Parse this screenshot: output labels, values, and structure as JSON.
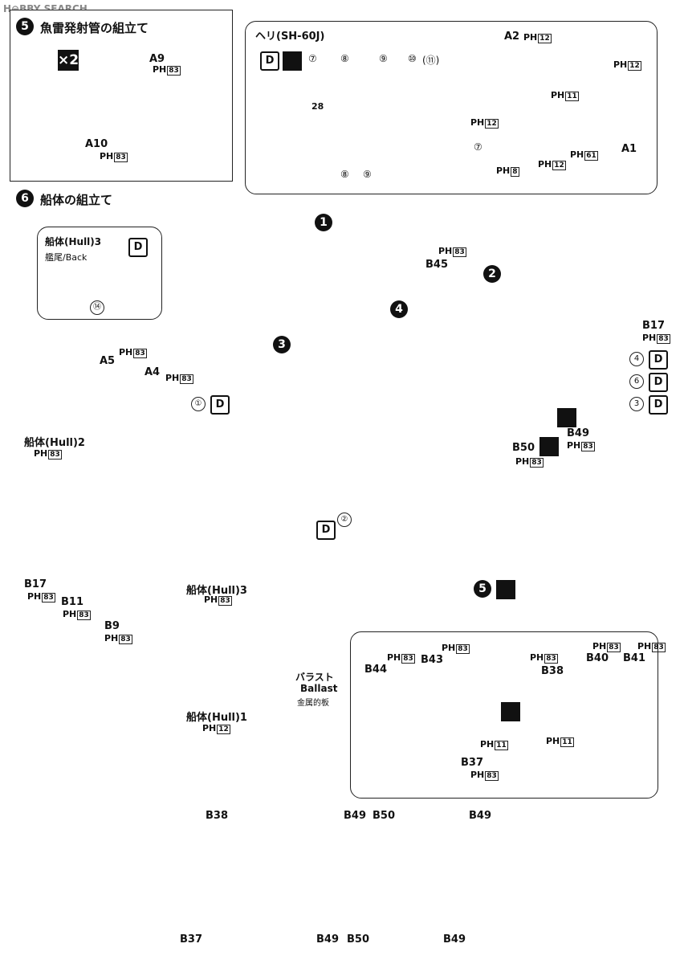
{
  "watermark": "H⊖BBY SEARCH",
  "step5": {
    "num": "5",
    "title": "魚雷発射管の組立て",
    "multiplier": "×2",
    "part_a9": "A9",
    "part_a10": "A10",
    "ph_a9": "PH",
    "ph_a9_num": "83",
    "ph_a10": "PH",
    "ph_a10_num": "83"
  },
  "heli": {
    "title": "ヘリ(SH-60J)",
    "d_icon": "D",
    "callouts": [
      "⑦",
      "⑧",
      "⑨",
      "⑩",
      "(⑪)"
    ],
    "callouts_bottom": [
      "⑧",
      "⑨"
    ],
    "hull_number": "28",
    "part_a2": "A2",
    "ph_a2": "PH",
    "ph_a2_num": "12",
    "ph_top": "PH",
    "ph_top_num": "12",
    "ph_11": "PH",
    "ph_11_num": "11",
    "ph_left": "PH",
    "ph_left_num": "12",
    "circ7": "⑦",
    "ph_8": "PH",
    "ph_8_num": "8",
    "ph_12b": "PH",
    "ph_12b_num": "12",
    "ph_61": "PH",
    "ph_61_num": "61",
    "part_a1": "A1"
  },
  "step6": {
    "num": "6",
    "title": "船体の組立て"
  },
  "hull3_inset": {
    "title": "船体(Hull)3",
    "subtitle": "艦尾/Back",
    "d_icon": "D",
    "callout": "⑭"
  },
  "labels": {
    "n1": "1",
    "n2": "2",
    "n3": "3",
    "n4": "4",
    "a5": "A5",
    "a4": "A4",
    "hull2": "船体(Hull)2",
    "hull3": "船体(Hull)3",
    "hull1": "船体(Hull)1",
    "b45": "B45",
    "b17": "B17",
    "b17b": "B17",
    "b11": "B11",
    "b9": "B9",
    "b49": "B49",
    "b50": "B50",
    "ballast_jp": "バラスト",
    "ballast_en": "Ballast",
    "ballast_sub": "金属的板",
    "c1": "①",
    "c2": "②",
    "r4": "4",
    "r6": "6",
    "r3": "3",
    "n5": "5",
    "d": "D",
    "ph": "PH",
    "ph83": "83",
    "ph12": "12",
    "ph11": "11"
  },
  "boats": {
    "b44": "B44",
    "b43": "B43",
    "b37": "B37",
    "b38": "B38",
    "b40": "B40",
    "b41": "B41"
  },
  "plan": {
    "b38": "B38",
    "b49a": "B49",
    "b50a": "B50",
    "b49b": "B49",
    "b37": "B37",
    "b49c": "B49",
    "b50b": "B50",
    "b49d": "B49"
  }
}
